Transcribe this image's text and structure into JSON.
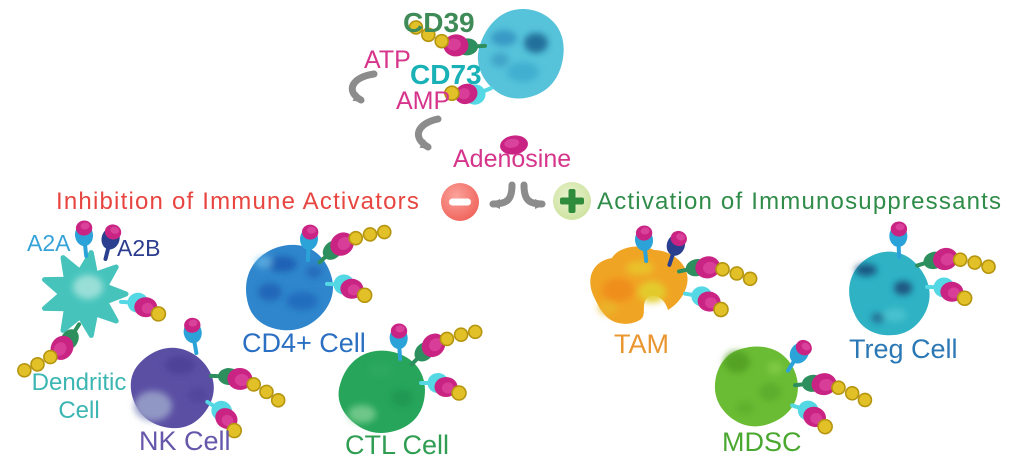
{
  "figure": {
    "pathway": {
      "cd39": "CD39",
      "atp": "ATP",
      "cd73": "CD73",
      "amp": "AMP",
      "adenosine": "Adenosine"
    },
    "branches": {
      "inhibition": "Inhibition of Immune Activators",
      "activation": "Activation of Immunosuppressants"
    },
    "receptor_labels": {
      "a2a": "A2A",
      "a2b": "A2B"
    },
    "cells": {
      "dendritic": "Dendritic Cell",
      "nk": "NK Cell",
      "cd4": "CD4+ Cell",
      "ctl": "CTL Cell",
      "tam": "TAM",
      "mdsc": "MDSC",
      "treg": "Treg Cell"
    },
    "icons": {
      "minus": "minus-sign",
      "plus": "plus-sign"
    }
  },
  "colors": {
    "magenta": "#c92383",
    "magentaLight": "#e455aa",
    "bead": "#e2c028",
    "beadStroke": "#b5950f",
    "cd39body": "#2e8f5e",
    "cd73body": "#54d8e4",
    "a2abody": "#2ba3d8",
    "a2bbody": "#2b3f8f",
    "arrow": "#8c8c8c",
    "plusSign": "#2e8c3c",
    "textRed": "#e84540",
    "textGreen": "#2f8c49",
    "textMagenta": "#d6358c",
    "cd39text": "#3e8b58",
    "cd73text": "#18b2b6",
    "a2aText": "#36a2da",
    "a2bText": "#2c3d8e",
    "tumorCell": "#56c3da",
    "dendriticCell": "#46c4bc",
    "nkCell": "#5b4fa4",
    "cd4Cell": "#2f86cc",
    "ctlCell": "#27a55b",
    "tamCell": "#f0a424",
    "mdscCell": "#6abc34",
    "tregCell": "#2eb2c4",
    "dendriticText": "#3cb6b2",
    "nkText": "#6757ab",
    "cd4Text": "#2b6fc2",
    "ctlText": "#2f9e52",
    "tamText": "#e9962f",
    "mdscText": "#4aa830",
    "tregText": "#2b78b5"
  }
}
